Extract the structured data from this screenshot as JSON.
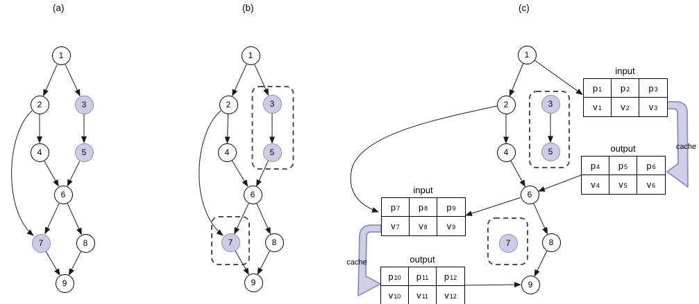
{
  "figure": {
    "panels": {
      "a": {
        "label": "(a)",
        "nodes": [
          "1",
          "2",
          "3",
          "4",
          "5",
          "6",
          "7",
          "8",
          "9"
        ],
        "shaded_nodes": [
          "3",
          "5",
          "7"
        ]
      },
      "b": {
        "label": "(b)",
        "nodes": [
          "1",
          "2",
          "3",
          "4",
          "5",
          "6",
          "7",
          "8",
          "9"
        ],
        "shaded_nodes": [
          "3",
          "5",
          "7"
        ],
        "dashed_groups": [
          [
            "3",
            "5"
          ],
          [
            "7"
          ]
        ]
      },
      "c": {
        "label": "(c)",
        "nodes": [
          "1",
          "2",
          "3",
          "4",
          "5",
          "6",
          "7",
          "8",
          "9"
        ],
        "shaded_nodes": [
          "3",
          "5",
          "7"
        ],
        "dashed_groups": [
          [
            "3",
            "5"
          ],
          [
            "7"
          ]
        ],
        "cache_label_left": "cache",
        "cache_label_right": "cache",
        "tables": {
          "right_input": {
            "title": "input",
            "cells": [
              {
                "b": "p",
                "s": "1"
              },
              {
                "b": "p",
                "s": "2"
              },
              {
                "b": "p",
                "s": "3"
              },
              {
                "b": "v",
                "s": "1"
              },
              {
                "b": "v",
                "s": "2"
              },
              {
                "b": "v",
                "s": "3"
              }
            ]
          },
          "right_output": {
            "title": "output",
            "cells": [
              {
                "b": "p",
                "s": "4"
              },
              {
                "b": "p",
                "s": "5"
              },
              {
                "b": "p",
                "s": "6"
              },
              {
                "b": "v",
                "s": "4"
              },
              {
                "b": "v",
                "s": "5"
              },
              {
                "b": "v",
                "s": "6"
              }
            ]
          },
          "left_input": {
            "title": "input",
            "cells": [
              {
                "b": "p",
                "s": "7"
              },
              {
                "b": "p",
                "s": "8"
              },
              {
                "b": "p",
                "s": "9"
              },
              {
                "b": "v",
                "s": "7"
              },
              {
                "b": "v",
                "s": "8"
              },
              {
                "b": "v",
                "s": "9"
              }
            ]
          },
          "left_output": {
            "title": "output",
            "cells": [
              {
                "b": "p",
                "s": "10"
              },
              {
                "b": "p",
                "s": "11"
              },
              {
                "b": "p",
                "s": "12"
              },
              {
                "b": "v",
                "s": "10"
              },
              {
                "b": "v",
                "s": "11"
              },
              {
                "b": "v",
                "s": "12"
              }
            ]
          }
        }
      }
    },
    "colors": {
      "shaded_node_fill": "#CCCCE6",
      "shaded_node_stroke": "#8E8EB0",
      "cache_arrow_fill": "#CFCFE8",
      "cache_arrow_stroke": "#8C8CBA",
      "edge": "#1A1A1A",
      "dashed_box": "#4D4D4D"
    }
  }
}
